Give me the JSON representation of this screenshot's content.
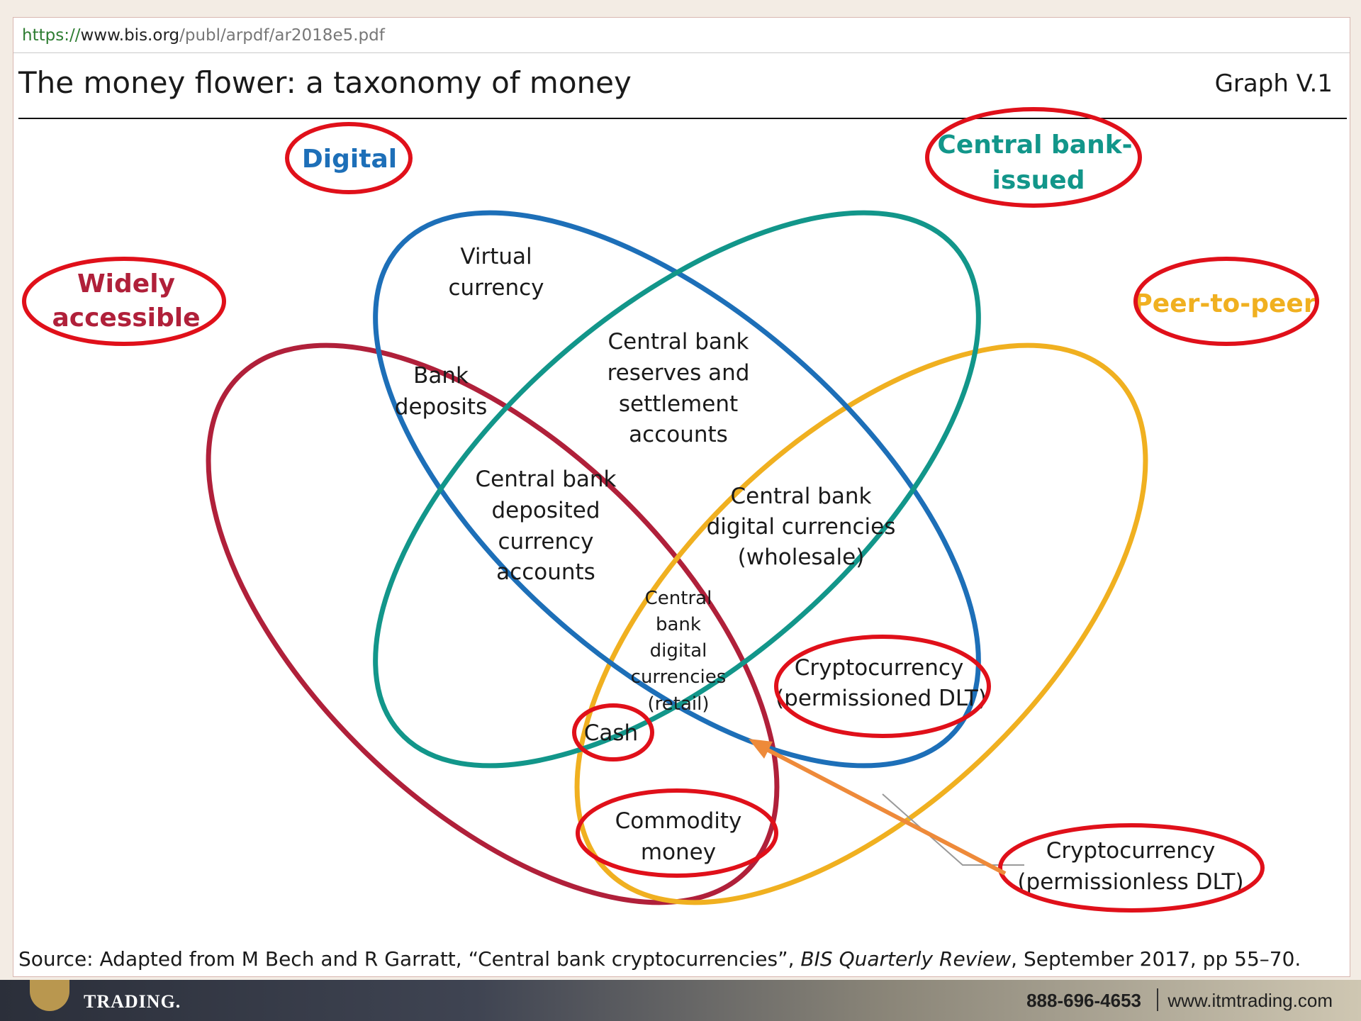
{
  "browser": {
    "url_scheme": "https://",
    "url_host": "www.bis.org",
    "url_path": "/publ/arpdf/ar2018e5.pdf"
  },
  "figure": {
    "title": "The money flower: a taxonomy of money",
    "graph_id": "Graph V.1",
    "source_prefix": "Source: Adapted from M Bech and R Garratt, “Central bank cryptocurrencies”, ",
    "source_journal": "BIS Quarterly Review",
    "source_suffix": ", September 2017, pp 55–70."
  },
  "categories": {
    "digital": "Digital",
    "central_bank_line1": "Central bank-",
    "central_bank_line2": "issued",
    "widely_line1": "Widely",
    "widely_line2": "accessible",
    "p2p": "Peer-to-peer"
  },
  "regions": {
    "virtual_1": "Virtual",
    "virtual_2": "currency",
    "deposits_1": "Bank",
    "deposits_2": "deposits",
    "reserves_1": "Central bank",
    "reserves_2": "reserves and",
    "reserves_3": "settlement",
    "reserves_4": "accounts",
    "deposited_1": "Central bank",
    "deposited_2": "deposited",
    "deposited_3": "currency",
    "deposited_4": "accounts",
    "wholesale_1": "Central bank",
    "wholesale_2": "digital currencies",
    "wholesale_3": "(wholesale)",
    "retail_1": "Central",
    "retail_2": "bank",
    "retail_3": "digital",
    "retail_4": "currencies",
    "retail_5": "(retail)",
    "crypto_perm_1": "Cryptocurrency",
    "crypto_perm_2": "(permissioned DLT)",
    "cash": "Cash",
    "commodity_1": "Commodity",
    "commodity_2": "money",
    "crypto_less_1": "Cryptocurrency",
    "crypto_less_2": "(permissionless DLT)"
  },
  "colors": {
    "digital": "#1d6fb8",
    "central_bank": "#12968a",
    "widely": "#b0203a",
    "p2p": "#f0b020",
    "highlight": "#e0101a",
    "arrow": "#ee8a3a"
  },
  "footer": {
    "logo": "TRADING.",
    "phone": "888-696-4653",
    "site": "www.itmtrading.com"
  }
}
